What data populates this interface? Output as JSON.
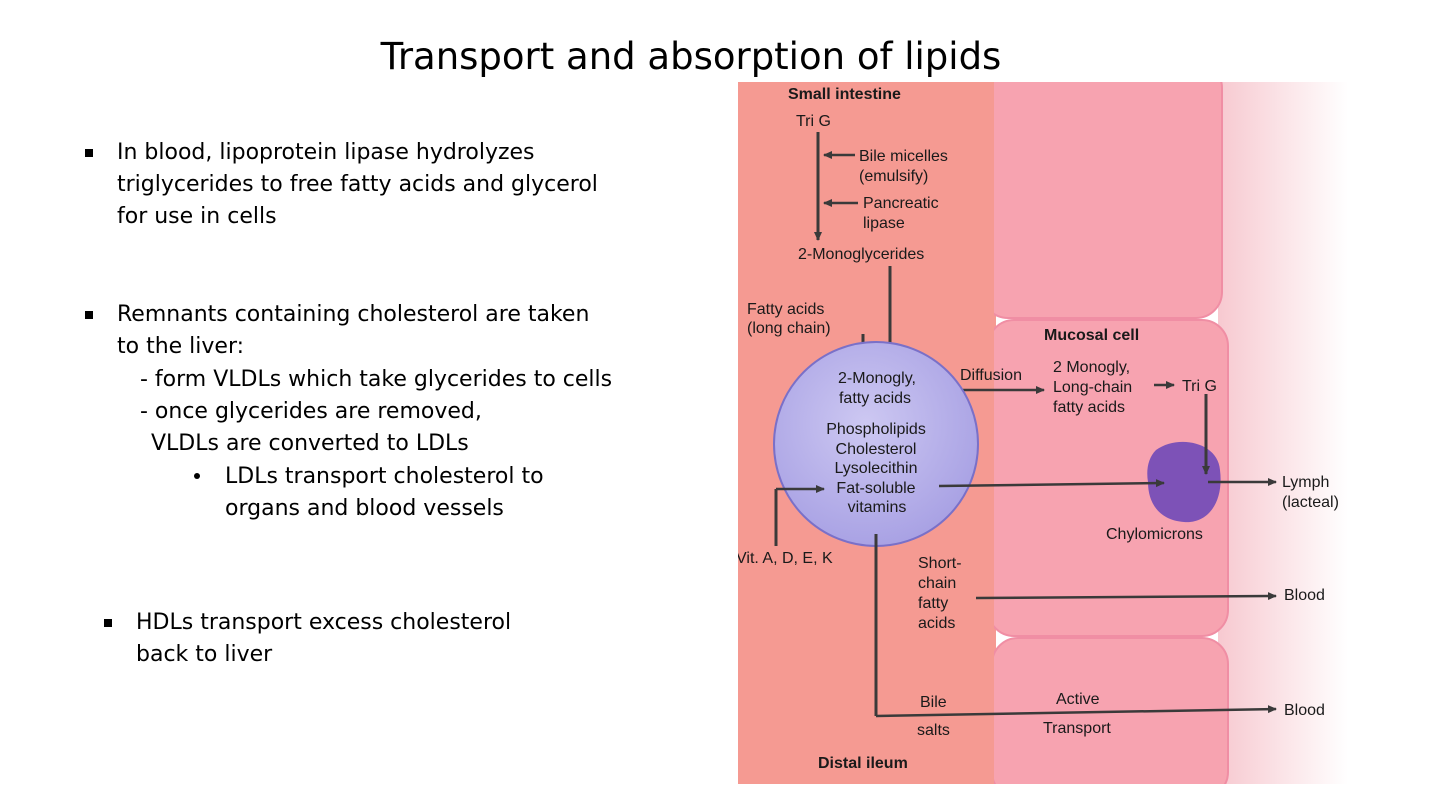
{
  "title": "Transport and absorption of lipids",
  "bullets": {
    "b1": {
      "line1": "In blood, lipoprotein lipase hydrolyzes",
      "line2": "triglycerides to free fatty acids and glycerol",
      "line3": "for use in cells"
    },
    "b2": {
      "line1": "Remnants containing cholesterol are taken",
      "line2": "to the liver:",
      "sub1": "- form VLDLs which take glycerides to cells",
      "sub2a": "- once glycerides are removed,",
      "sub2b": "VLDLs are converted to LDLs",
      "subsub1a": "LDLs transport cholesterol to",
      "subsub1b": "organs and blood vessels"
    },
    "b3": {
      "line1": "HDLs transport excess cholesterol",
      "line2": "back to liver"
    }
  },
  "diagram": {
    "small_intestine": "Small intestine",
    "tri_g": "Tri G",
    "bile_micelles": "Bile micelles",
    "emulsify": "(emulsify)",
    "pancreatic": "Pancreatic",
    "lipase": "lipase",
    "monoglycerides": "2-Monoglycerides",
    "fatty_acids": "Fatty acids",
    "long_chain": "(long chain)",
    "micelle_l1": "2-Monogly,",
    "micelle_l2": "fatty acids",
    "micelle_l3": "Phospholipids",
    "micelle_l4": "Cholesterol",
    "micelle_l5": "Lysolecithin",
    "micelle_l6": "Fat-soluble",
    "micelle_l7": "vitamins",
    "diffusion": "Diffusion",
    "mucosal_cell": "Mucosal cell",
    "mono2_l1": "2 Monogly,",
    "mono2_l2": "Long-chain",
    "mono2_l3": "fatty acids",
    "tri_g2": "Tri G",
    "chylomicrons": "Chylomicrons",
    "lymph": "Lymph",
    "lacteal": "(lacteal)",
    "vitamins": "Vit. A, D, E, K",
    "short1": "Short-",
    "short2": "chain",
    "short3": "fatty",
    "short4": "acids",
    "blood1": "Blood",
    "bile": "Bile",
    "salts": "salts",
    "active": "Active",
    "transport": "Transport",
    "blood2": "Blood",
    "distal_ileum": "Distal ileum"
  },
  "colors": {
    "lumen": "#f59a92",
    "cell": "#f7a3b0",
    "cell_edge": "#f08ea4",
    "micelle": "#b8b2ea",
    "micelle_edge": "#7a70c8",
    "chylomicron": "#7d52b7",
    "arrow": "#3a3a3a"
  }
}
